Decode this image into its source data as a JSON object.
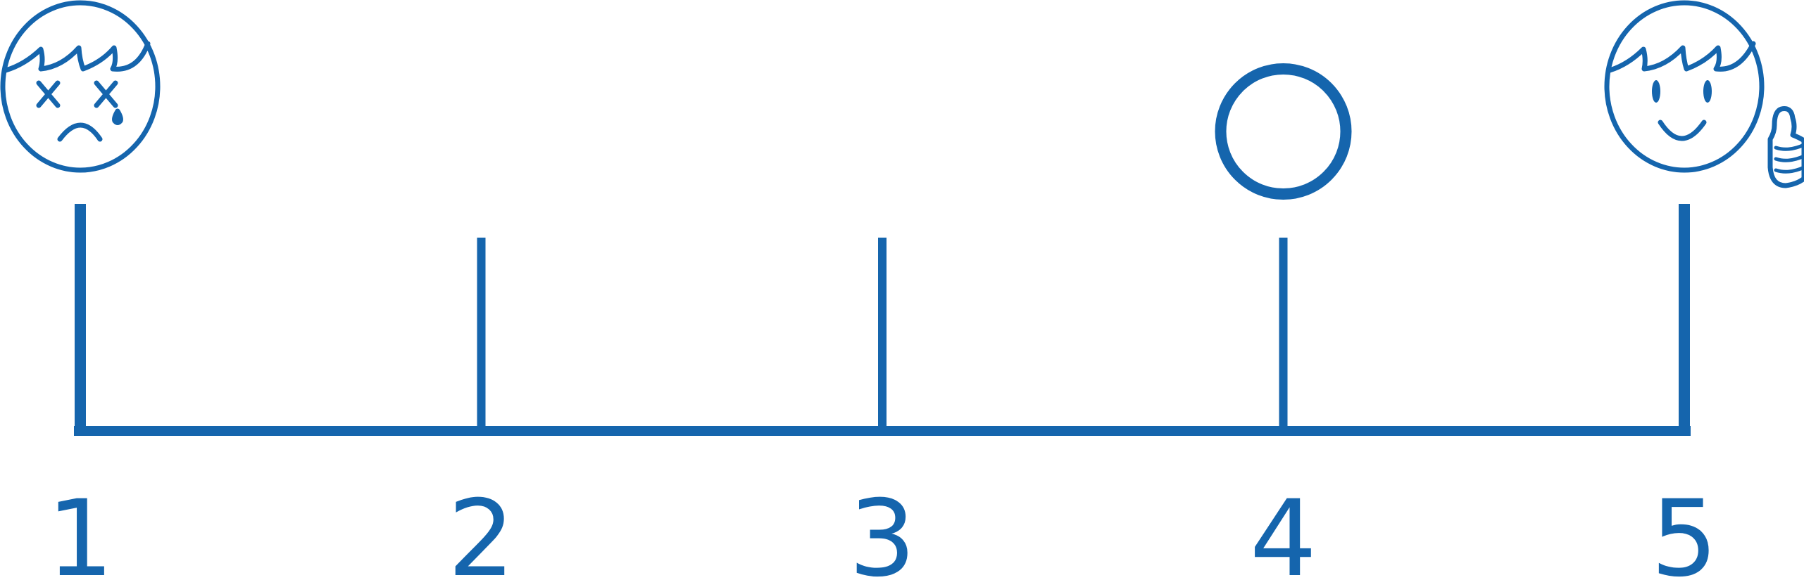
{
  "scale": {
    "color": "#1565ad",
    "points": [
      {
        "value": 1,
        "label": "1"
      },
      {
        "value": 2,
        "label": "2"
      },
      {
        "value": 3,
        "label": "3"
      },
      {
        "value": 4,
        "label": "4"
      },
      {
        "value": 5,
        "label": "5"
      }
    ],
    "selected_value": 4,
    "min_anchor_icon": "sad-dizzy-face-icon",
    "max_anchor_icon": "happy-face-thumbs-up-icon",
    "selection_marker_icon": "circle-marker-icon"
  }
}
